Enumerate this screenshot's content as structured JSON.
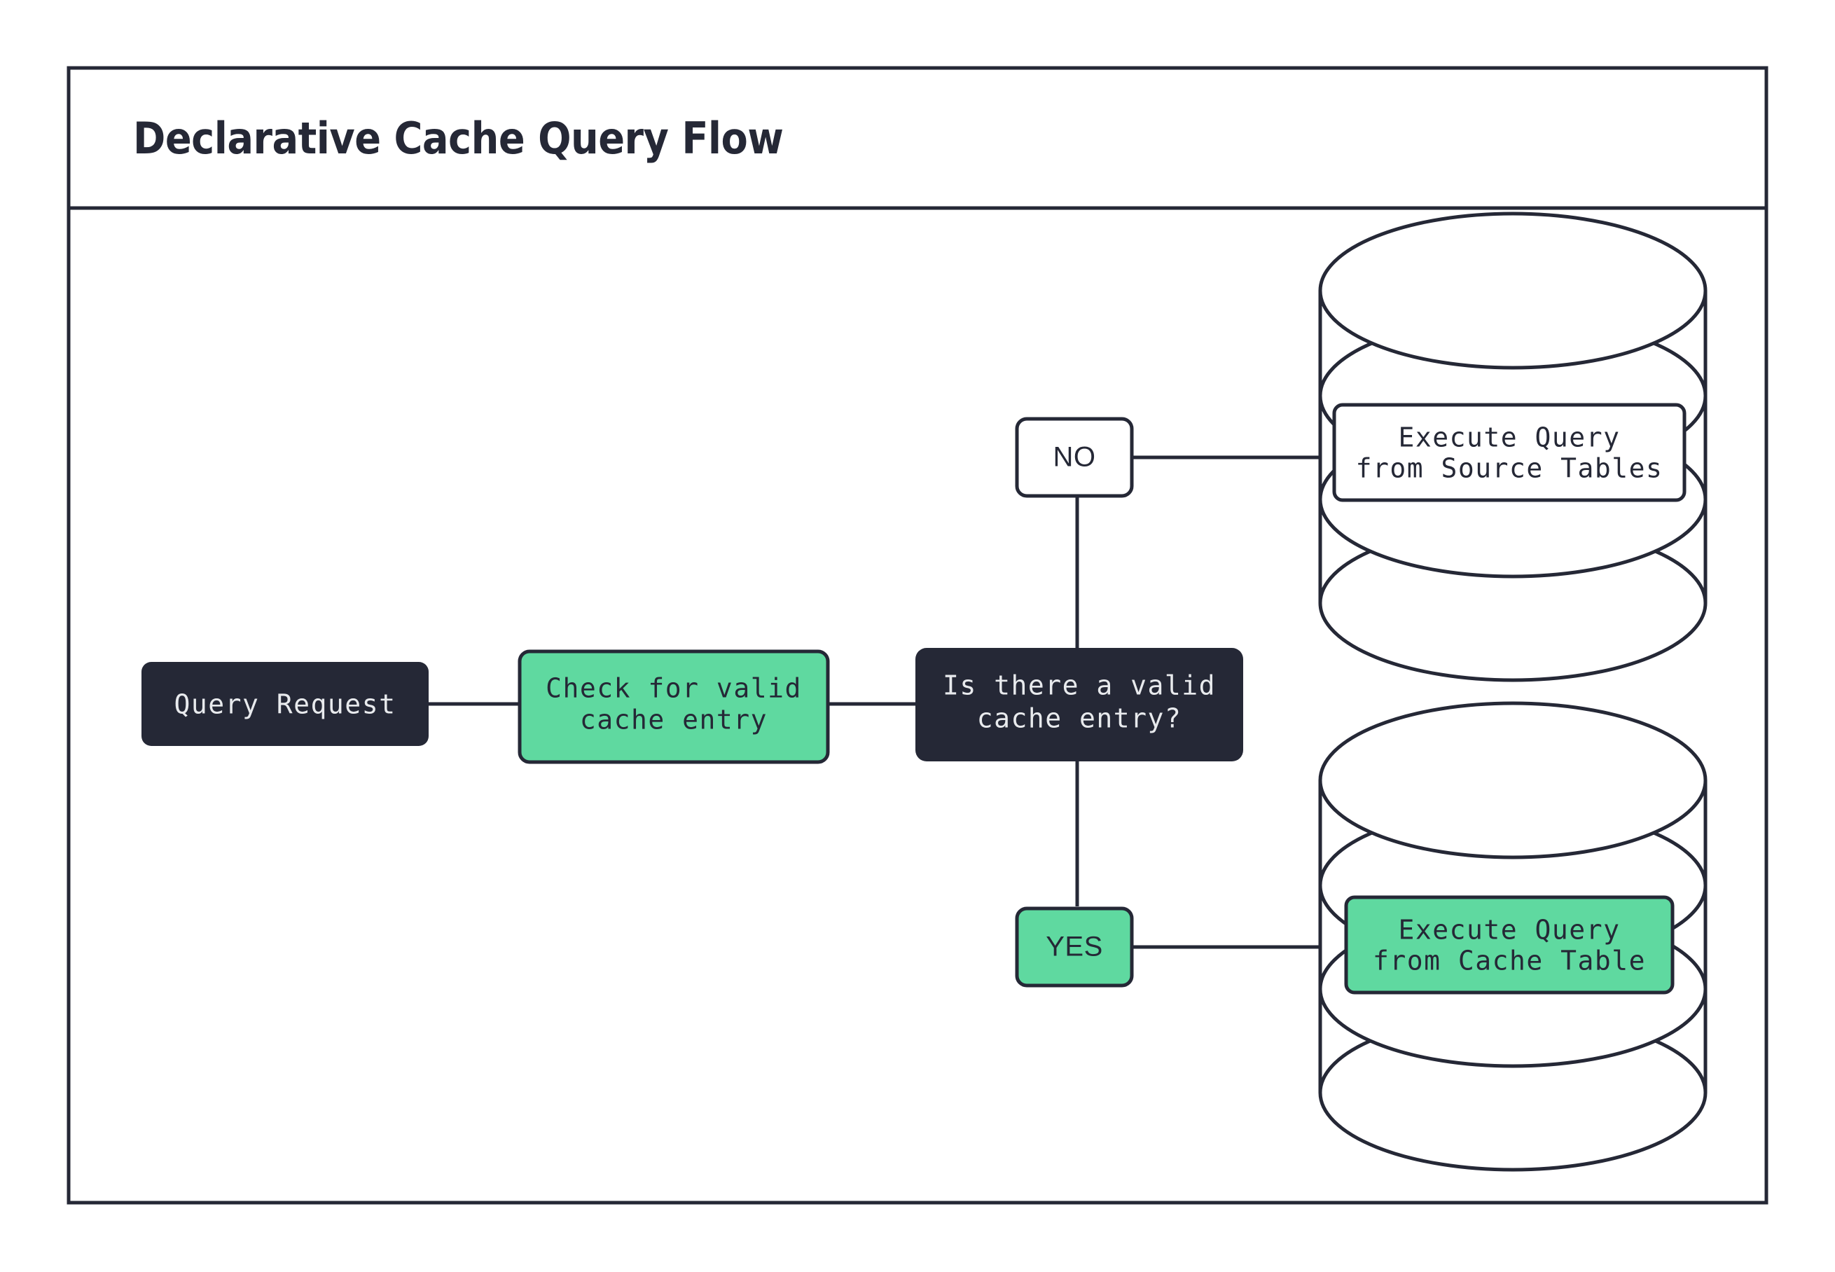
{
  "frame": {
    "title": "Declarative Cache Query Flow",
    "border_color": "#252836",
    "background_color": "#ffffff"
  },
  "theme": {
    "dark": "#252836",
    "dark_text": "#E8EAED",
    "green": "#5FD9A0",
    "green_text": "#252836",
    "white": "#ffffff",
    "line": "#252836"
  },
  "diagram": {
    "type": "flowchart",
    "nodes": [
      {
        "id": "query-request",
        "label": "Query Request",
        "shape": "rounded-rect",
        "fill": "dark",
        "text_color": "dark_text"
      },
      {
        "id": "check-cache",
        "label": "Check for valid\ncache entry",
        "shape": "rounded-rect",
        "fill": "green",
        "text_color": "green_text"
      },
      {
        "id": "decision",
        "label": "Is there a valid\ncache entry?",
        "shape": "rounded-rect",
        "fill": "dark",
        "text_color": "dark_text"
      },
      {
        "id": "branch-no",
        "label": "NO",
        "shape": "rounded-rect",
        "fill": "white",
        "text_color": "green_text"
      },
      {
        "id": "branch-yes",
        "label": "YES",
        "shape": "rounded-rect",
        "fill": "green",
        "text_color": "green_text"
      },
      {
        "id": "source-db",
        "label": "Execute Query\nfrom Source Tables",
        "shape": "database-cylinder",
        "fill": "white",
        "text_color": "green_text"
      },
      {
        "id": "cache-db",
        "label": "Execute Query\nfrom Cache Table",
        "shape": "database-cylinder",
        "fill": "green",
        "text_color": "green_text"
      }
    ],
    "edges": [
      {
        "from": "query-request",
        "to": "check-cache",
        "label": ""
      },
      {
        "from": "check-cache",
        "to": "decision",
        "label": ""
      },
      {
        "from": "decision",
        "to": "branch-no",
        "label": "NO"
      },
      {
        "from": "branch-no",
        "to": "source-db",
        "label": ""
      },
      {
        "from": "decision",
        "to": "branch-yes",
        "label": "YES"
      },
      {
        "from": "branch-yes",
        "to": "cache-db",
        "label": ""
      }
    ],
    "labels": {
      "query_request": "Query Request",
      "check_cache_line1": "Check for valid",
      "check_cache_line2": "cache entry",
      "decision_line1": "Is there a valid",
      "decision_line2": "cache entry?",
      "branch_no": "NO",
      "branch_yes": "YES",
      "source_db_line1": "Execute Query",
      "source_db_line2": "from Source Tables",
      "cache_db_line1": "Execute Query",
      "cache_db_line2": "from Cache Table"
    }
  }
}
